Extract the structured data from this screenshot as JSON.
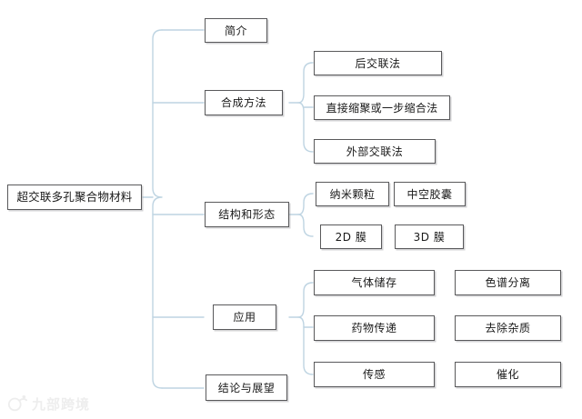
{
  "diagram": {
    "type": "mind-map",
    "root": {
      "label": "超交联多孔聚合物材料"
    },
    "branches": [
      {
        "label": "简介",
        "children": []
      },
      {
        "label": "合成方法",
        "children": [
          {
            "label": "后交联法"
          },
          {
            "label": "直接缩聚或一步缩合法"
          },
          {
            "label": "外部交联法"
          }
        ]
      },
      {
        "label": "结构和形态",
        "children": [
          {
            "label": "纳米颗粒"
          },
          {
            "label": "中空胶囊"
          },
          {
            "label": "2D 膜"
          },
          {
            "label": "3D  膜"
          }
        ]
      },
      {
        "label": "应用",
        "children": [
          {
            "label": "气体储存"
          },
          {
            "label": "色谱分离"
          },
          {
            "label": "药物传递"
          },
          {
            "label": "去除杂质"
          },
          {
            "label": "传感"
          },
          {
            "label": "催化"
          }
        ]
      },
      {
        "label": "结论与展望",
        "children": []
      }
    ]
  },
  "style": {
    "connector_color": "#bed4e2",
    "node_border_color": "#59595b",
    "background": "#ffffff"
  },
  "watermark": {
    "text": "九部跨境"
  }
}
